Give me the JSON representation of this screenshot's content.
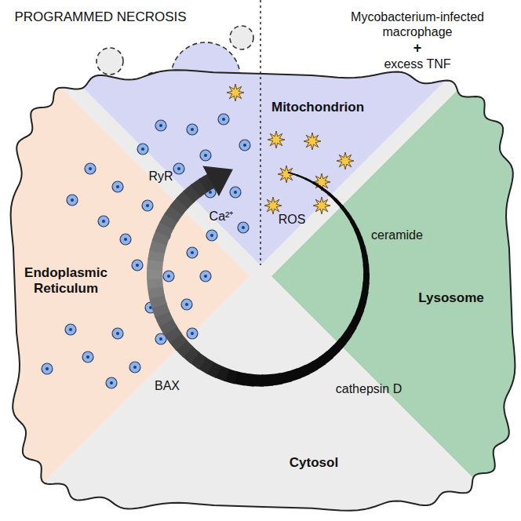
{
  "diagram": {
    "nodes": [
      {
        "text": [
          "Mitochondrion"
        ]
      },
      {
        "text": [
          "Endoplasmic Reticulum"
        ]
      },
      {
        "text": [
          "Lysosome"
        ]
      },
      {
        "text": [
          "Cytosol"
        ]
      }
    ],
    "labels": [
      "PROGRAMMED NECROSIS",
      "Mycobacterium-infected macrophage",
      "+",
      "excess TNF",
      "Ca²⁺",
      "ROS",
      "RyR",
      "ceramide",
      "BAX",
      "cathepsin D"
    ]
  }
}
